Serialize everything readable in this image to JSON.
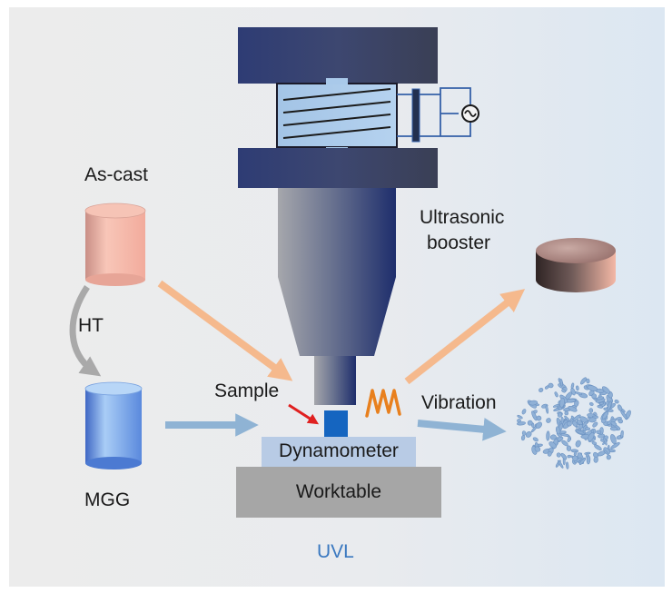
{
  "labels": {
    "as_cast": "As-cast",
    "ht": "HT",
    "mgg": "MGG",
    "ultrasonic_booster_line1": "Ultrasonic",
    "ultrasonic_booster_line2": "booster",
    "sample": "Sample",
    "vibration": "Vibration",
    "dynamometer": "Dynamometer",
    "worktable": "Worktable",
    "uvl": "UVL"
  },
  "colors": {
    "background_left": "#ececec",
    "background_right": "#dfe8f2",
    "horn_light": "#a6a7ac",
    "horn_dark": "#1e2e6c",
    "coil": "#a9c9ea",
    "sample": "#1565c0",
    "dynamometer": "#b8cbe5",
    "worktable": "#a6a6a6",
    "orange_arrow": "#f5b98d",
    "blue_arrow": "#8fb3d4",
    "gray_arrow": "#a9a9a9",
    "red_arrow": "#e02020",
    "vibration_wave": "#e8801e",
    "uvl_text": "#3a78c0",
    "as_cast_cylinder": "#f4b9ab",
    "mgg_cylinder": "#5b8fe0",
    "chips": "#8fb0d6"
  },
  "icons": [
    "ac-source-icon",
    "vibration-wave-icon"
  ]
}
